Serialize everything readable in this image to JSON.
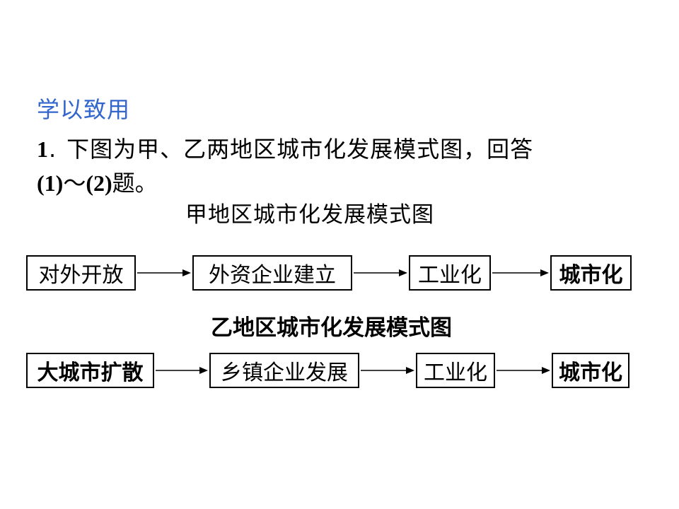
{
  "heading": "学以致用",
  "question": {
    "number": "1",
    "sep": ".",
    "line1_text": "下图为甲、乙两地区城市化发展模式图，回答",
    "line2_part1": "(1)",
    "line2_tilde": "～",
    "line2_part2": "(2)",
    "line2_end": "题。"
  },
  "diagram_a": {
    "title": "甲地区城市化发展模式图",
    "steps": [
      "对外开放",
      "外资企业建立",
      "工业化",
      "城市化"
    ]
  },
  "diagram_b": {
    "title": "乙地区城市化发展模式图",
    "steps": [
      "大城市扩散",
      "乡镇企业发展",
      "工业化",
      "城市化"
    ]
  },
  "colors": {
    "heading": "#3366cc",
    "text": "#000000"
  }
}
